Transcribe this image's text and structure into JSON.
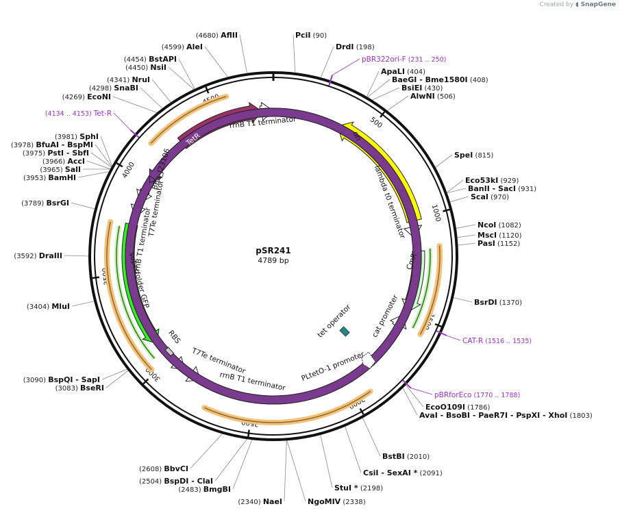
{
  "watermark": {
    "prefix": "Created by",
    "brand": "SnapGene"
  },
  "plasmid": {
    "name": "pSR241",
    "length_label": "4789 bp"
  },
  "ticks": [
    "500",
    "1000",
    "1500",
    "2000",
    "2500",
    "3000",
    "3500",
    "4000",
    "4500"
  ],
  "sites": [
    {
      "name": "AflII",
      "pos": "(4680)"
    },
    {
      "name": "PciI",
      "pos": "(90)"
    },
    {
      "name": "DrdI",
      "pos": "(198)"
    },
    {
      "name": "ApaLI",
      "pos": "(404)"
    },
    {
      "name": "BaeGI - Bme1580I",
      "pos": "(408)"
    },
    {
      "name": "BsiEI",
      "pos": "(430)"
    },
    {
      "name": "AlwNI",
      "pos": "(506)"
    },
    {
      "name": "SpeI",
      "pos": "(815)"
    },
    {
      "name": "Eco53kI",
      "pos": "(929)"
    },
    {
      "name": "BanII - SacI",
      "pos": "(931)"
    },
    {
      "name": "ScaI",
      "pos": "(970)"
    },
    {
      "name": "NcoI",
      "pos": "(1082)"
    },
    {
      "name": "MscI",
      "pos": "(1120)"
    },
    {
      "name": "PasI",
      "pos": "(1152)"
    },
    {
      "name": "BsrDI",
      "pos": "(1370)"
    },
    {
      "name": "EcoO109I",
      "pos": "(1786)"
    },
    {
      "name": "AvaI - BsoBI - PaeR7I - PspXI - XhoI",
      "pos": "(1803)"
    },
    {
      "name": "BstBI",
      "pos": "(2010)"
    },
    {
      "name": "CsiI - SexAI *",
      "pos": "(2091)"
    },
    {
      "name": "StuI *",
      "pos": "(2198)"
    },
    {
      "name": "NgoMIV",
      "pos": "(2338)"
    },
    {
      "name": "NaeI",
      "pos": "(2340)"
    },
    {
      "name": "BmgBI",
      "pos": "(2483)"
    },
    {
      "name": "BspDI - ClaI",
      "pos": "(2504)"
    },
    {
      "name": "BbvCI",
      "pos": "(2608)"
    },
    {
      "name": "BseRI",
      "pos": "(3083)"
    },
    {
      "name": "BspQI - SapI",
      "pos": "(3090)"
    },
    {
      "name": "MluI",
      "pos": "(3404)"
    },
    {
      "name": "DraIII",
      "pos": "(3592)"
    },
    {
      "name": "BsrGI",
      "pos": "(3789)"
    },
    {
      "name": "BamHI",
      "pos": "(3953)"
    },
    {
      "name": "SalI",
      "pos": "(3965)"
    },
    {
      "name": "AccI",
      "pos": "(3966)"
    },
    {
      "name": "PstI - SbfI",
      "pos": "(3975)"
    },
    {
      "name": "BfuAI - BspMI",
      "pos": "(3978)"
    },
    {
      "name": "SphI",
      "pos": "(3981)"
    },
    {
      "name": "EcoNI",
      "pos": "(4269)"
    },
    {
      "name": "SnaBI",
      "pos": "(4298)"
    },
    {
      "name": "NruI",
      "pos": "(4341)"
    },
    {
      "name": "NsiI",
      "pos": "(4450)"
    },
    {
      "name": "BstAPI",
      "pos": "(4454)"
    },
    {
      "name": "AleI",
      "pos": "(4599)"
    }
  ],
  "primers": [
    {
      "name": "pBR322ori-F",
      "range": "(231 .. 250)"
    },
    {
      "name": "CAT-R",
      "range": "(1516 .. 1535)"
    },
    {
      "name": "pBRforEco",
      "range": "(1770 .. 1788)"
    },
    {
      "name": "Tet-R",
      "range": "(4134 .. 4153)"
    }
  ],
  "features": [
    {
      "label": "ori",
      "color": "#ffff00"
    },
    {
      "label": "CmR",
      "color": "#ccffcc"
    },
    {
      "label": "superfolder GFP",
      "color": "#33ee22"
    },
    {
      "label": "TetR",
      "color": "#993366"
    },
    {
      "label": "rrnB T1 terminator",
      "color": "#ffffff"
    },
    {
      "label": "lambda t0 terminator",
      "color": "#ffffff"
    },
    {
      "label": "cat promoter",
      "color": "#ffffff"
    },
    {
      "label": "PLtetO-1 promoter",
      "color": "#ffffff"
    },
    {
      "label": "tet operator",
      "color": "#2d7f86"
    },
    {
      "label": "rrnB T1 terminator",
      "color": "#ffffff"
    },
    {
      "label": "T7Te terminator",
      "color": "#ffffff"
    },
    {
      "label": "RBS",
      "color": "#cccccc"
    },
    {
      "label": "rrnB T1 terminator",
      "color": "#ffffff"
    },
    {
      "label": "T7Te terminator",
      "color": "#ffffff"
    },
    {
      "label": "BBa_J23106",
      "color": "#7a3b8f"
    }
  ]
}
